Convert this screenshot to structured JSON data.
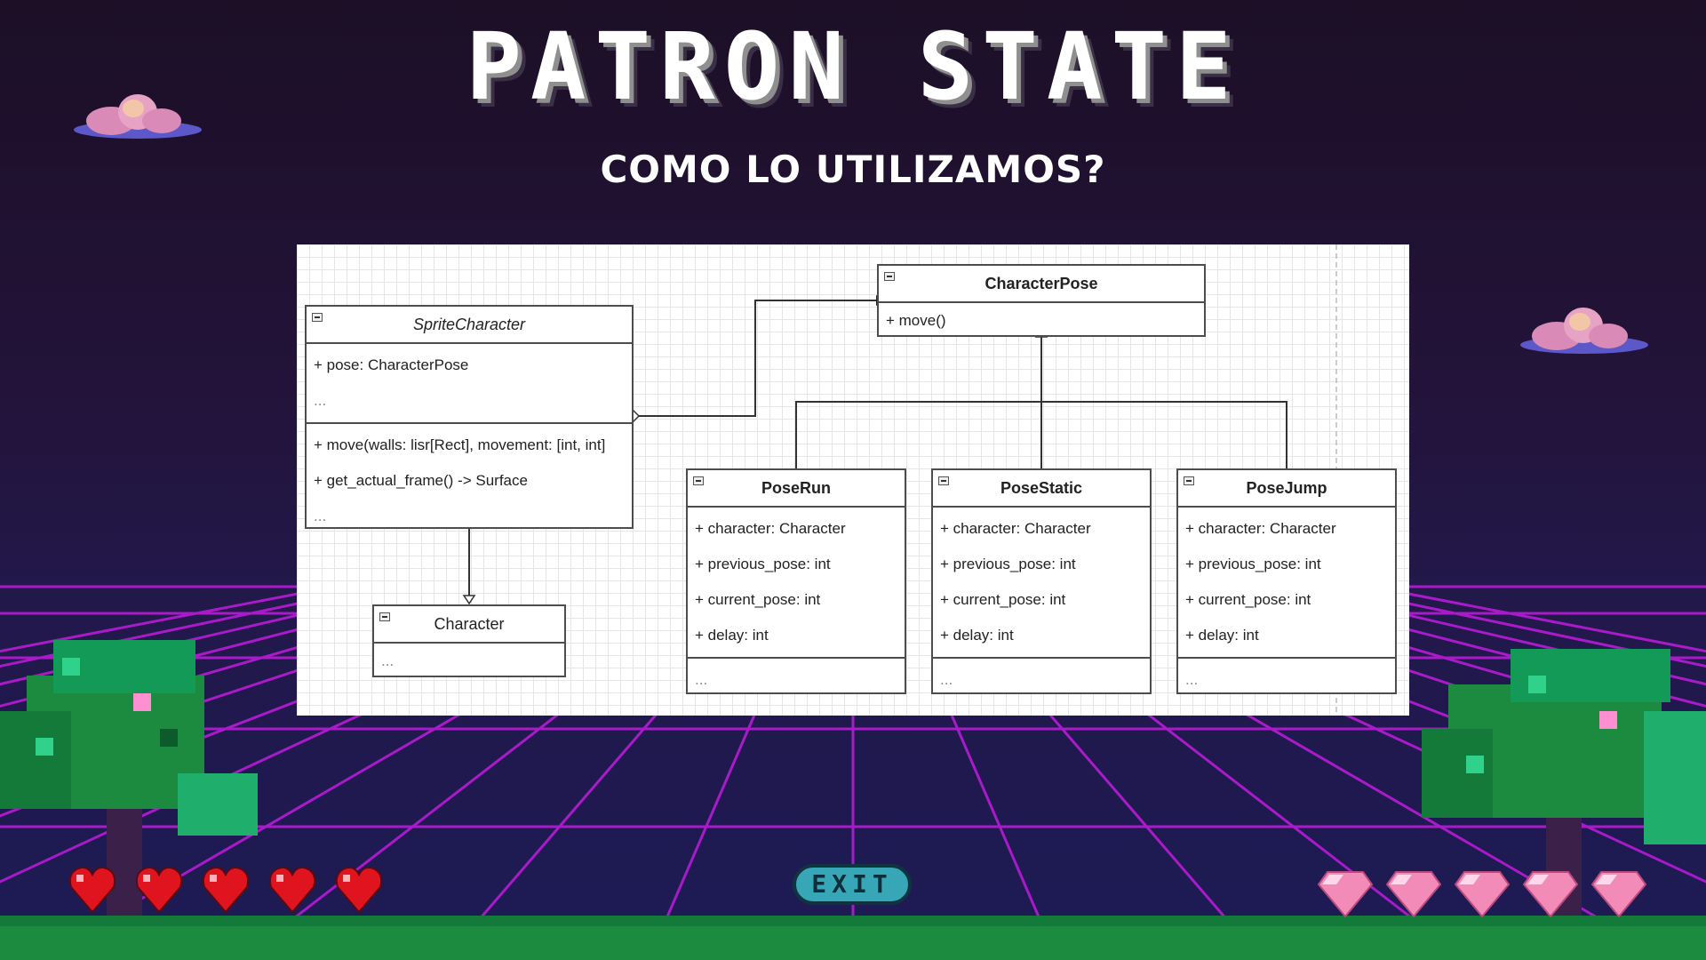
{
  "slide": {
    "title": "PATRON STATE",
    "subtitle": "COMO LO UTILIZAMOS?"
  },
  "diagram": {
    "classes": [
      {
        "name": "SpriteCharacter",
        "attributes": [
          "+ pose: CharacterPose",
          "..."
        ],
        "methods": [
          "+ move(walls: lisr[Rect], movement: [int, int]",
          "+ get_actual_frame() -> Surface",
          "..."
        ]
      },
      {
        "name": "CharacterPose",
        "methods": [
          "+ move()"
        ]
      },
      {
        "name": "Character",
        "attributes": [
          "..."
        ]
      },
      {
        "name": "PoseRun",
        "attributes": [
          "+ character: Character",
          "+ previous_pose: int",
          "+ current_pose: int",
          "+ delay: int"
        ],
        "methods": [
          "..."
        ]
      },
      {
        "name": "PoseStatic",
        "attributes": [
          "+ character: Character",
          "+ previous_pose: int",
          "+ current_pose: int",
          "+ delay: int"
        ],
        "methods": [
          "..."
        ]
      },
      {
        "name": "PoseJump",
        "attributes": [
          "+ character: Character",
          "+ previous_pose: int",
          "+ current_pose: int",
          "+ delay: int"
        ],
        "methods": [
          "..."
        ]
      }
    ],
    "relations": [
      {
        "from": "SpriteCharacter",
        "to": "CharacterPose",
        "kind": "aggregation"
      },
      {
        "from": "SpriteCharacter",
        "to": "Character",
        "kind": "generalization"
      },
      {
        "from": "PoseRun",
        "to": "CharacterPose",
        "kind": "generalization"
      },
      {
        "from": "PoseStatic",
        "to": "CharacterPose",
        "kind": "generalization"
      },
      {
        "from": "PoseJump",
        "to": "CharacterPose",
        "kind": "generalization"
      }
    ]
  },
  "hud": {
    "exit_label": "EXIT",
    "hearts": 5,
    "gems": 5
  },
  "colors": {
    "grid_line": "#b81bd6",
    "heart": "#e0141f",
    "gem": "#f38bb8",
    "tree_green": "#1c8a3f",
    "exit_button": "#37a7b8"
  }
}
